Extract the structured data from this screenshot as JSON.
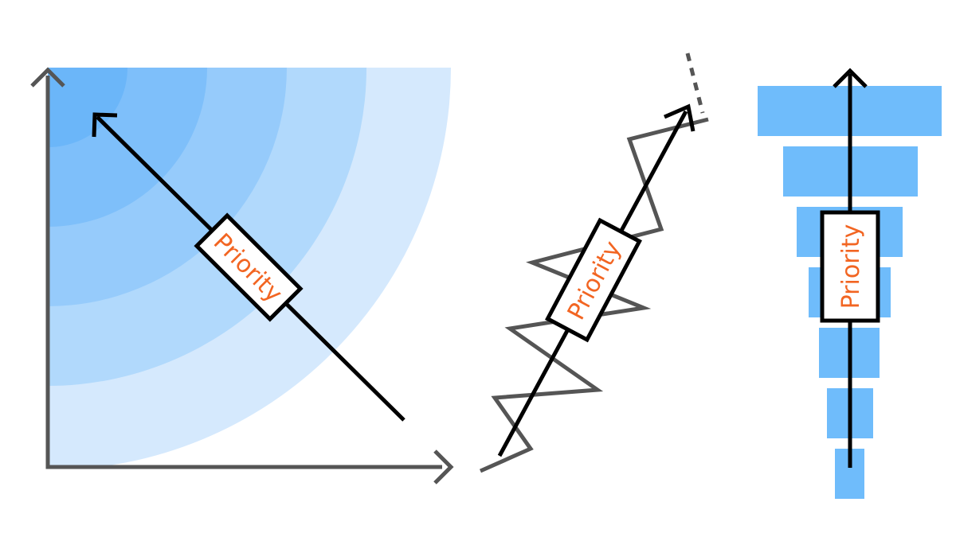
{
  "colors": {
    "band_1": "#d5e9fd",
    "band_2": "#b1d9fc",
    "band_3": "#96cbfb",
    "band_4": "#7ebffa",
    "band_5": "#6bb6f9",
    "bar_fill": "#6fbcfb",
    "axis": "#555555",
    "arrow": "#000000",
    "zigzag": "#555555",
    "label_text": "#f26522",
    "label_box_fill": "#ffffff",
    "label_box_stroke": "#000000"
  },
  "panels": [
    {
      "name": "quadrant-panel",
      "label": "Priority"
    },
    {
      "name": "zigzag-panel",
      "label": "Priority"
    },
    {
      "name": "funnel-panel",
      "label": "Priority"
    }
  ]
}
